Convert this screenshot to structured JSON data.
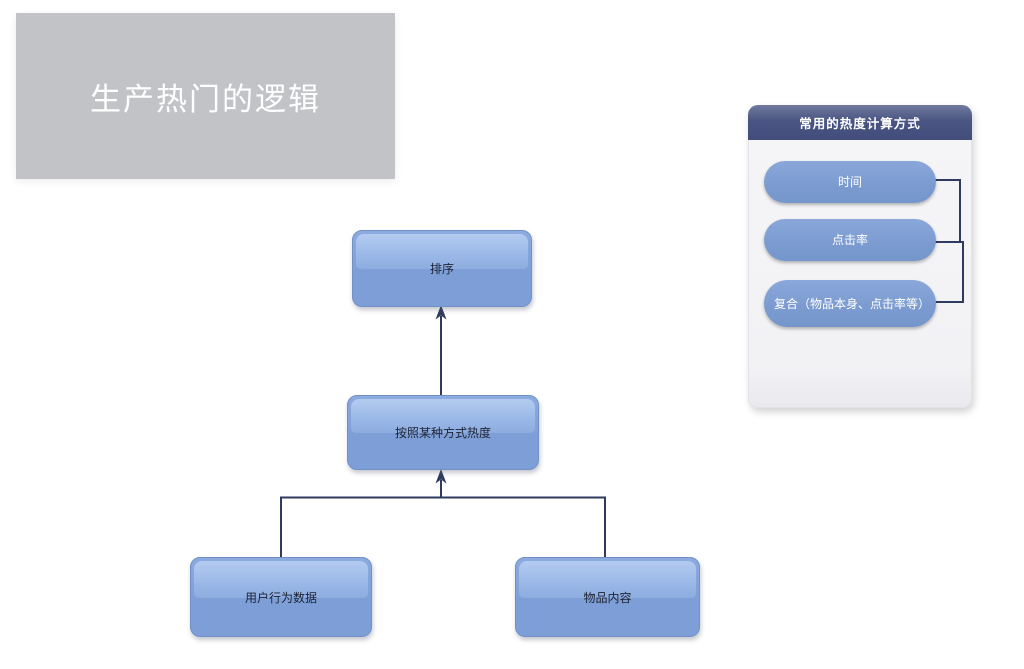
{
  "title": {
    "text": "生产热门的逻辑"
  },
  "flowchart": {
    "nodes": [
      {
        "id": "sort",
        "label": "排序"
      },
      {
        "id": "method",
        "label": "按照某种方式热度"
      },
      {
        "id": "behavior",
        "label": "用户行为数据"
      },
      {
        "id": "content",
        "label": "物品内容"
      }
    ],
    "edges": [
      {
        "from": "method",
        "to": "sort"
      },
      {
        "from": "behavior",
        "to": "method"
      },
      {
        "from": "content",
        "to": "method"
      }
    ]
  },
  "panel": {
    "header": "常用的热度计算方式",
    "items": [
      {
        "label": "时间"
      },
      {
        "label": "点击率"
      },
      {
        "label": "复合（物品本身、点击率等）"
      }
    ]
  },
  "colors": {
    "title_bg": "#c2c3c7",
    "node_fill": "#7e9ed7",
    "node_border": "#7090c6",
    "pill_fill": "#7b9bd0",
    "panel_header_bg": "#47527f",
    "panel_body_bg": "#f4f4f6",
    "connector_line": "#2f3a5f"
  }
}
